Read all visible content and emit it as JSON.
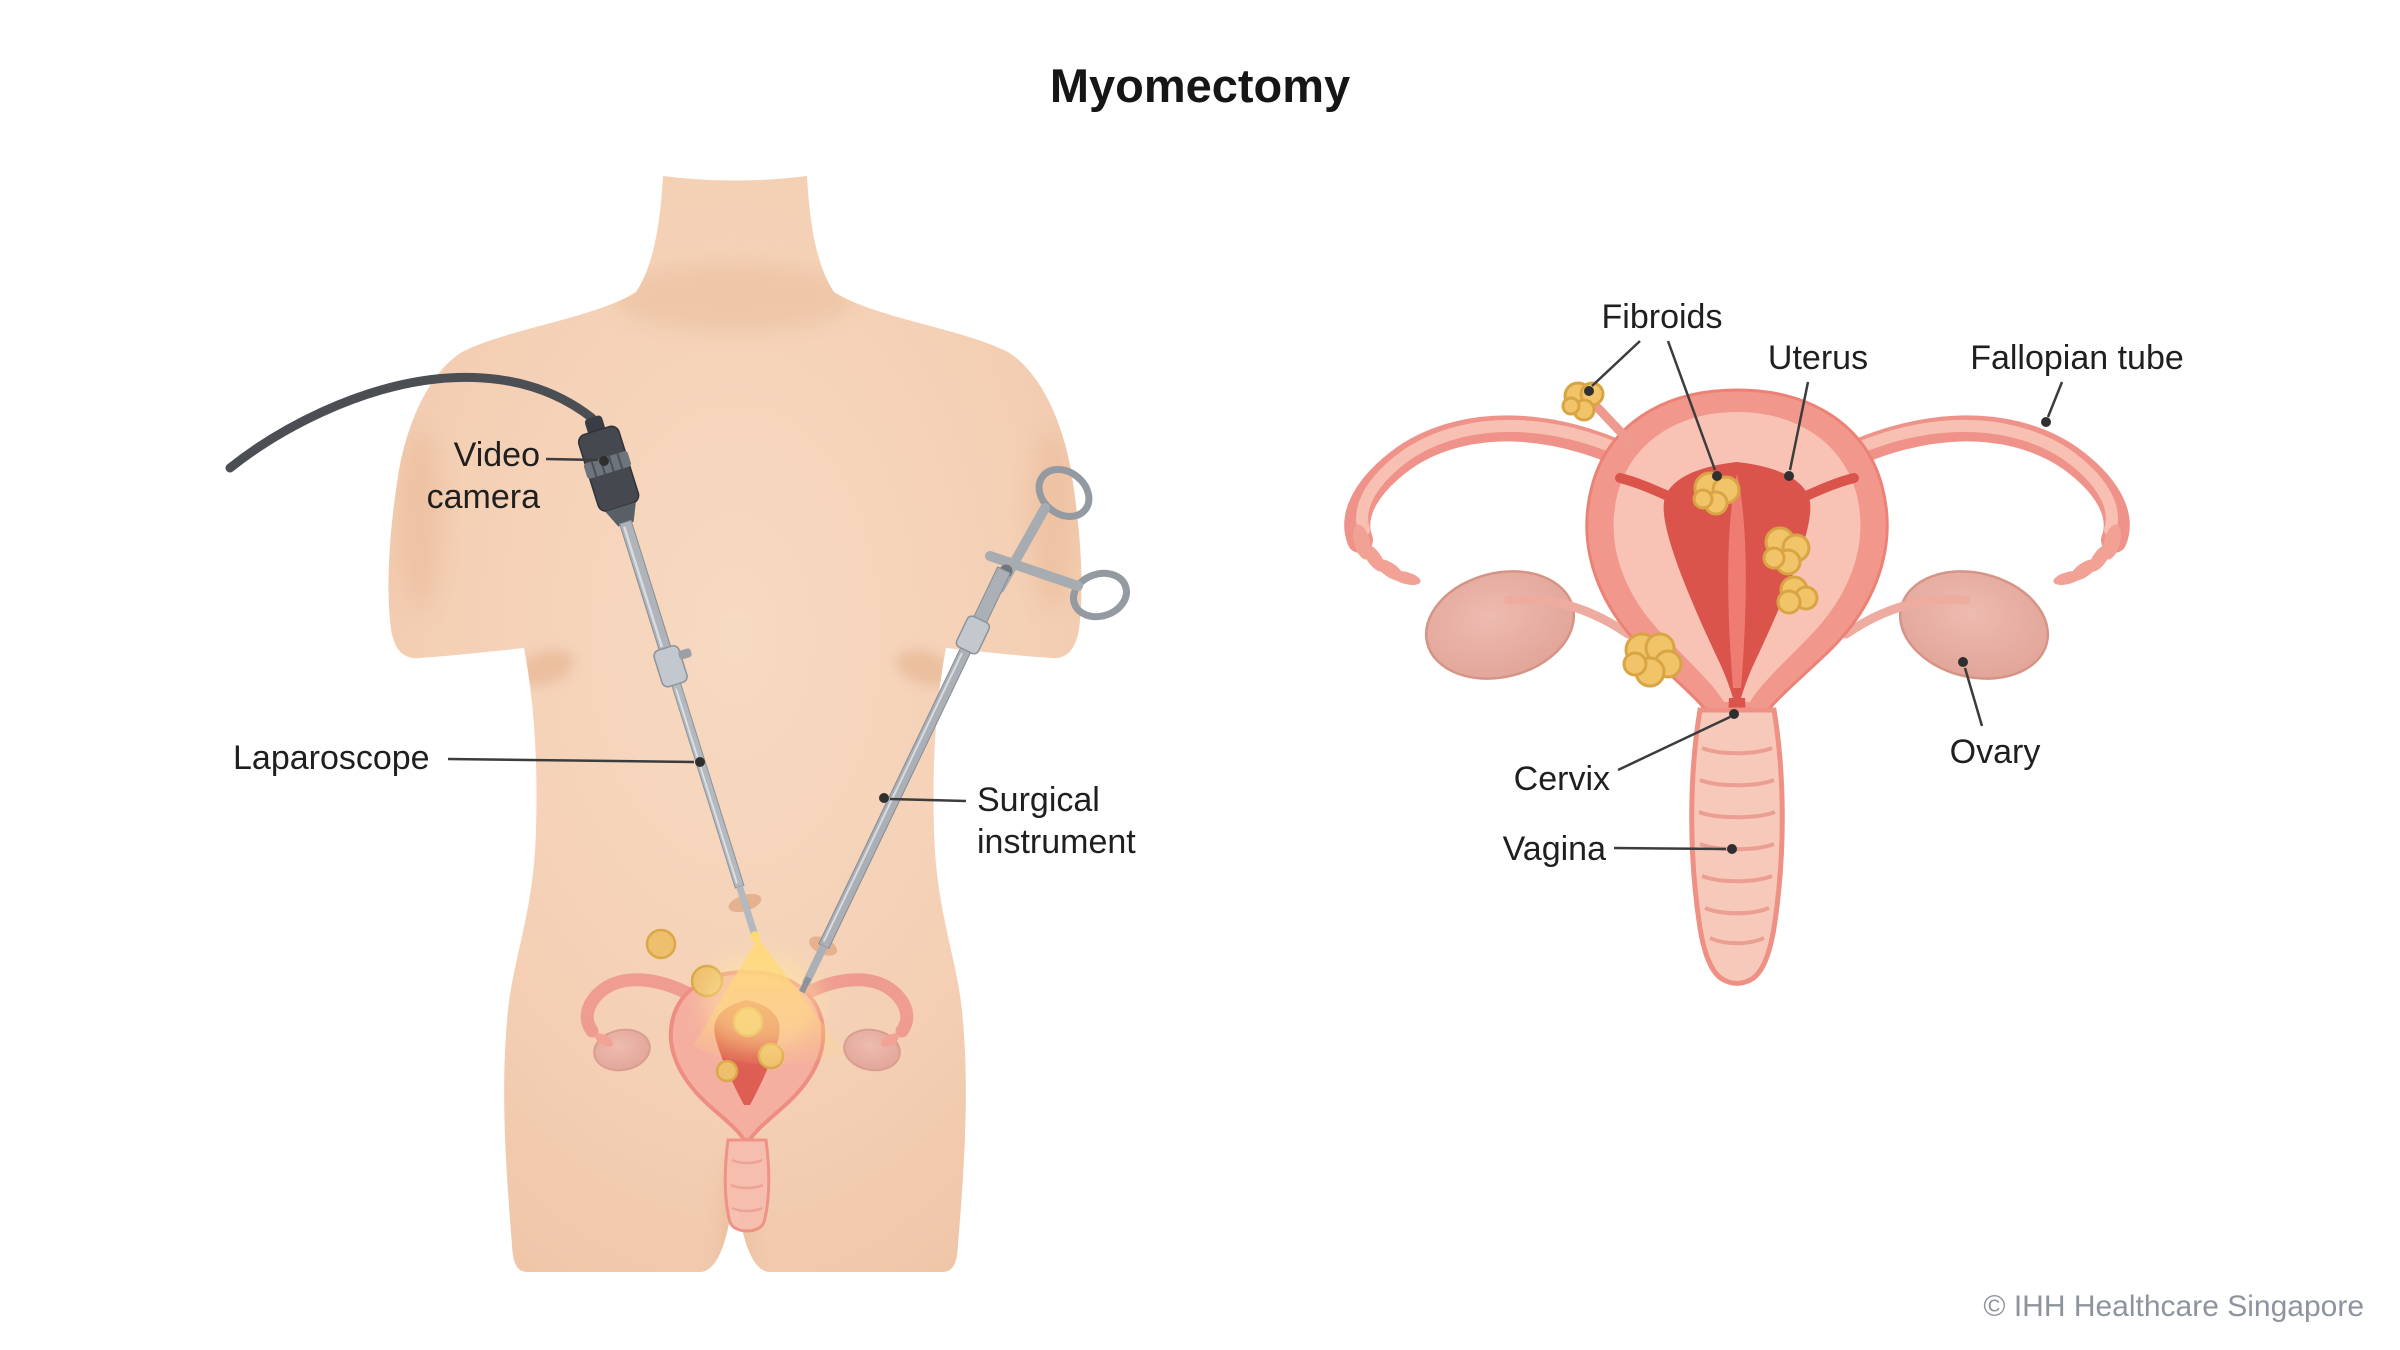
{
  "title": "Myomectomy",
  "left_illustration": {
    "labels": {
      "video_camera": "Video camera",
      "laparoscope": "Laparoscope",
      "surgical_instrument": "Surgical instrument"
    }
  },
  "right_illustration": {
    "labels": {
      "fibroids": "Fibroids",
      "uterus": "Uterus",
      "fallopian_tube": "Fallopian tube",
      "ovary": "Ovary",
      "cervix": "Cervix",
      "vagina": "Vagina"
    }
  },
  "footer": {
    "copyright": "© IHH Healthcare Singapore"
  },
  "colors": {
    "skin": "#f4cfb4",
    "uterus_wall": "#f2978c",
    "uterus_inner": "#f8c3b4",
    "uterus_cavity": "#db544c",
    "ovary": "#e6aca1",
    "fibroid": "#f2c469",
    "fibroid_outline": "#d9a544",
    "instrument_gray": "#9ba1a8",
    "label_text": "#1f1f1f",
    "copyright_text": "#8e949e"
  }
}
